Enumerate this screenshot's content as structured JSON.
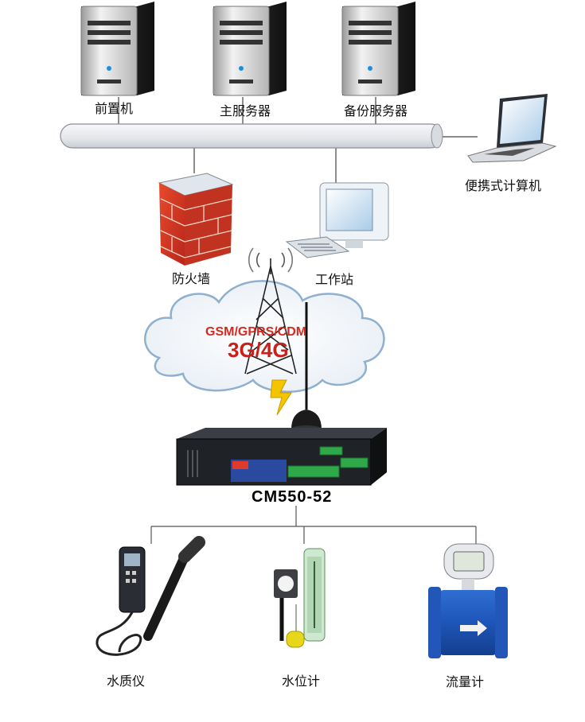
{
  "servers": [
    {
      "label": "前置机",
      "icon": "tower-server-icon"
    },
    {
      "label": "主服务器",
      "icon": "tower-server-icon"
    },
    {
      "label": "备份服务器",
      "icon": "tower-server-icon"
    }
  ],
  "laptop": {
    "label": "便携式计算机",
    "icon": "laptop-icon"
  },
  "firewall": {
    "label": "防火墙",
    "icon": "firewall-icon"
  },
  "workstation": {
    "label": "工作站",
    "icon": "workstation-icon"
  },
  "network": {
    "line1": "GSM/GPRS/CDM",
    "line2": "3G/4G",
    "icon": "cell-tower-icon"
  },
  "gateway": {
    "label": "CM550-52",
    "icon": "rtu-gateway-icon"
  },
  "sensors": [
    {
      "label": "水质仪",
      "icon": "water-quality-meter-icon"
    },
    {
      "label": "水位计",
      "icon": "water-level-gauge-icon"
    },
    {
      "label": "流量计",
      "icon": "flow-meter-icon"
    }
  ],
  "colors": {
    "network_text": "#d42a20",
    "cloud_stroke": "#8fb0cf",
    "pipe": "#e6eaef"
  }
}
